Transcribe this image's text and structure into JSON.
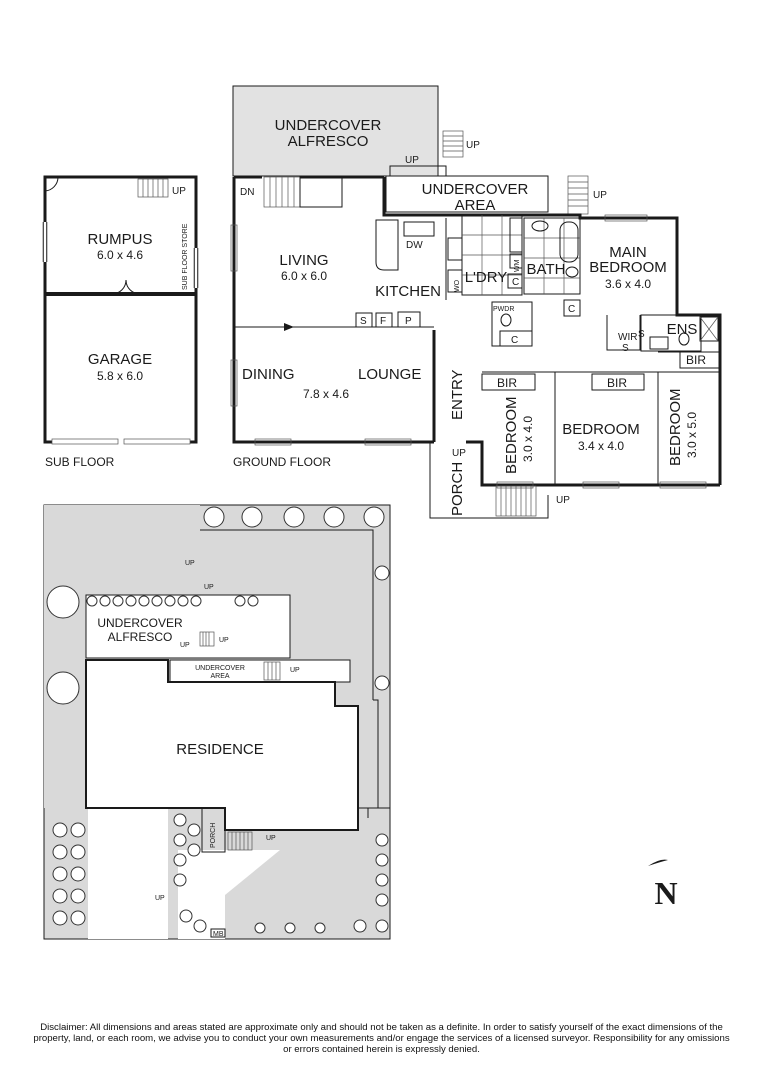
{
  "plans": {
    "subfloor": {
      "caption": "SUB FLOOR",
      "rumpus": {
        "name": "RUMPUS",
        "dim": "6.0 x 4.6"
      },
      "garage": {
        "name": "GARAGE",
        "dim": "5.8 x 6.0"
      },
      "store": "SUB FLOOR STORE",
      "up": "UP"
    },
    "ground": {
      "caption": "GROUND FLOOR",
      "alfresco_1": "UNDERCOVER",
      "alfresco_2": "ALFRESCO",
      "area_1": "UNDERCOVER",
      "area_2": "AREA",
      "living": {
        "name": "LIVING",
        "dim": "6.0 x 6.0"
      },
      "kitchen": "KITCHEN",
      "dining": "DINING",
      "lounge": "LOUNGE",
      "dining_lounge_dim": "7.8 x 4.6",
      "laundry": "L'DRY",
      "bath": "BATH",
      "main_bed_1": "MAIN",
      "main_bed_2": "BEDROOM",
      "main_bed_dim": "3.6 x 4.0",
      "ens": "ENS",
      "wir": "WIR",
      "bir": "BIR",
      "bedroom": "BEDROOM",
      "bed2_dim": "3.0 x 4.0",
      "bed3_dim": "3.4 x 4.0",
      "bed4_dim": "3.0 x 5.0",
      "entry": "ENTRY",
      "porch": "PORCH",
      "pwdr": "PWDR",
      "dw": "DW",
      "wo": "WO",
      "wm": "WM",
      "s": "S",
      "f": "F",
      "p": "P",
      "c": "C",
      "up": "UP",
      "dn": "DN"
    },
    "site": {
      "alfresco_1": "UNDERCOVER",
      "alfresco_2": "ALFRESCO",
      "area_1": "UNDERCOVER",
      "area_2": "AREA",
      "residence": "RESIDENCE",
      "porch": "PORCH",
      "mb": "MB",
      "up": "UP"
    }
  },
  "compass": {
    "label": "N"
  },
  "disclaimer": "Disclaimer: All dimensions and areas stated are approximate only and should not be taken as a definite. In order to satisfy yourself of the exact dimensions of the property, land, or each room, we advise you to conduct your own measurements and/or engage the services of a licensed surveyor. Responsibility for any omissions or errors contained herein is expressly denied."
}
